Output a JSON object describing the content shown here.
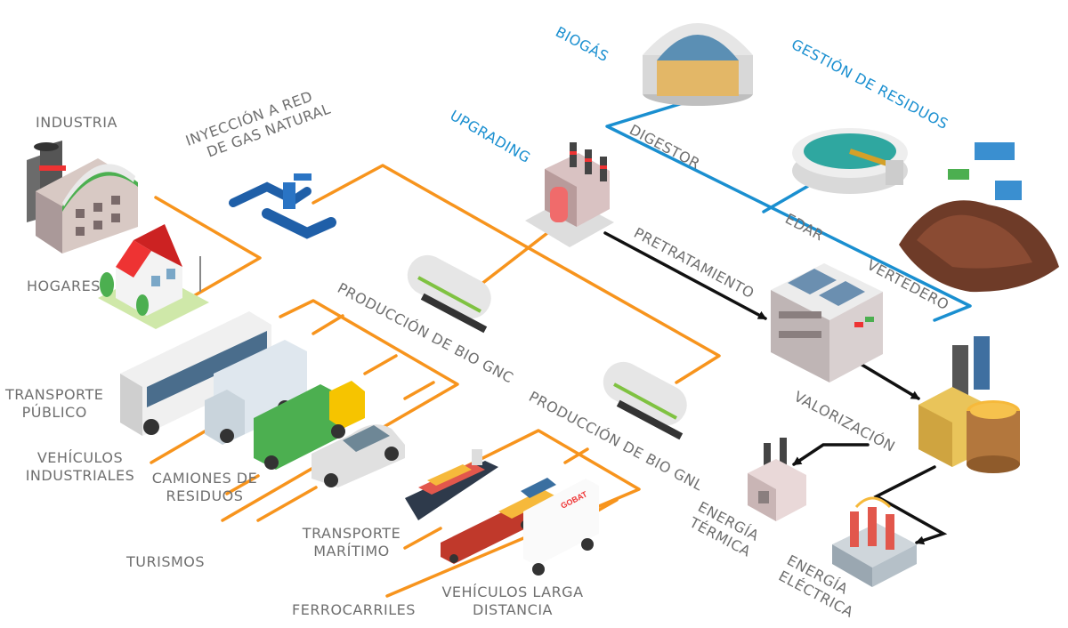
{
  "colors": {
    "orange_line": "#f7941d",
    "blue_line": "#1a8fd0",
    "black_line": "#111111",
    "label_gray": "#6f6f6f",
    "label_blue": "#1a8fd0"
  },
  "labels": {
    "industria": "INDUSTRIA",
    "hogares": "HOGARES",
    "inyeccion_line1": "INYECCIÓN A RED",
    "inyeccion_line2": "DE GAS NATURAL",
    "upgrading": "UPGRADING",
    "biogas": "BIOGÁS",
    "gestion_residuos": "GESTIÓN DE RESIDUOS",
    "digestor": "DIGESTOR",
    "edar": "EDAR",
    "vertedero": "VERTEDERO",
    "pretratamiento": "PRETRATAMIENTO",
    "valorizacion": "VALORIZACIÓN",
    "produccion_gnc": "PRODUCCIÓN DE BIO GNC",
    "produccion_gnl": "PRODUCCIÓN DE BIO GNL",
    "transporte_publico_line1": "TRANSPORTE",
    "transporte_publico_line2": "PÚBLICO",
    "vehiculos_industriales_line1": "VEHÍCULOS",
    "vehiculos_industriales_line2": "INDUSTRIALES",
    "camiones_line1": "CAMIONES DE",
    "camiones_line2": "RESIDUOS",
    "turismos": "TURISMOS",
    "transporte_maritimo_line1": "TRANSPORTE",
    "transporte_maritimo_line2": "MARÍTIMO",
    "ferrocarriles": "FERROCARRILES",
    "vehiculos_larga_line1": "VEHÍCULOS LARGA",
    "vehiculos_larga_line2": "DISTANCIA",
    "energia_termica_line1": "ENERGÍA",
    "energia_termica_line2": "TÉRMICA",
    "energia_electrica_line1": "ENERGÍA",
    "energia_electrica_line2": "ELÉCTRICA",
    "truck_brand": "GOBAT"
  },
  "icons": [
    "industry-icon",
    "house-icon",
    "gas-pipe-valve-icon",
    "upgrading-plant-icon",
    "digester-dome-icon",
    "water-treatment-plant-icon",
    "landfill-icon",
    "pretreatment-building-icon",
    "valorization-plant-icon",
    "thermal-plant-icon",
    "electric-insulator-icon",
    "gas-tanker-gnc-icon",
    "gas-tanker-gnl-icon",
    "city-bus-icon",
    "delivery-truck-icon",
    "garbage-truck-icon",
    "car-icon",
    "cargo-ship-icon",
    "freight-train-icon",
    "semi-truck-icon"
  ]
}
